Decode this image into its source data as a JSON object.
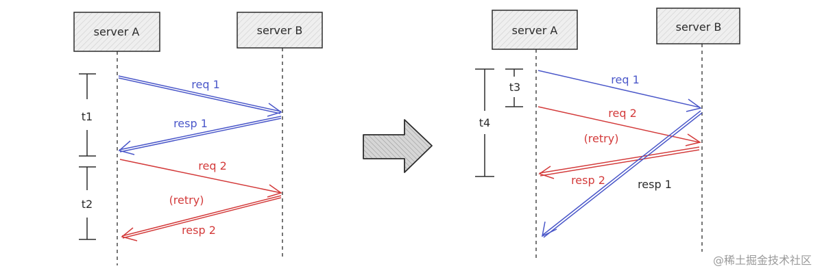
{
  "left_diagram": {
    "servers": [
      "server A",
      "server B"
    ],
    "timers": [
      "t1",
      "t2"
    ],
    "messages": {
      "req1": "req 1",
      "resp1": "resp 1",
      "req2": "req 2",
      "retry": "(retry)",
      "resp2": "resp 2"
    }
  },
  "right_diagram": {
    "servers": [
      "server A",
      "server B"
    ],
    "timers": [
      "t3",
      "t4"
    ],
    "messages": {
      "req1": "req 1",
      "req2": "req 2",
      "retry": "(retry)",
      "resp2": "resp 2",
      "resp1": "resp 1"
    }
  },
  "watermark": "@稀土掘金技术社区",
  "colors": {
    "blue": "#4a57c9",
    "red": "#d33a3a",
    "box_fill": "#e9e9e9",
    "ink": "#2b2b2b"
  }
}
